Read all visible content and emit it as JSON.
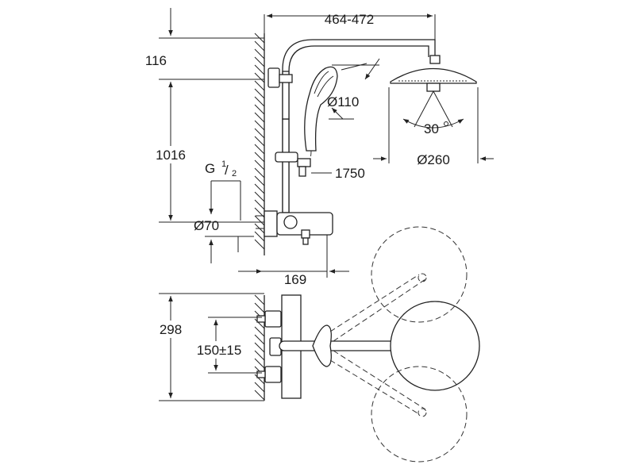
{
  "drawing": {
    "labels": {
      "width_range": "464-472",
      "arm_offset": "116",
      "height_slide": "1016",
      "thread_main": "G",
      "thread_num": "1",
      "thread_den": "2",
      "escutcheon_dia": "Ø70",
      "projection": "169",
      "hand_shower_dia": "Ø110",
      "total_height": "1750",
      "spray_angle": "30",
      "head_shower_dia": "Ø260",
      "depth": "298",
      "inlet_spacing": "150±15"
    }
  }
}
